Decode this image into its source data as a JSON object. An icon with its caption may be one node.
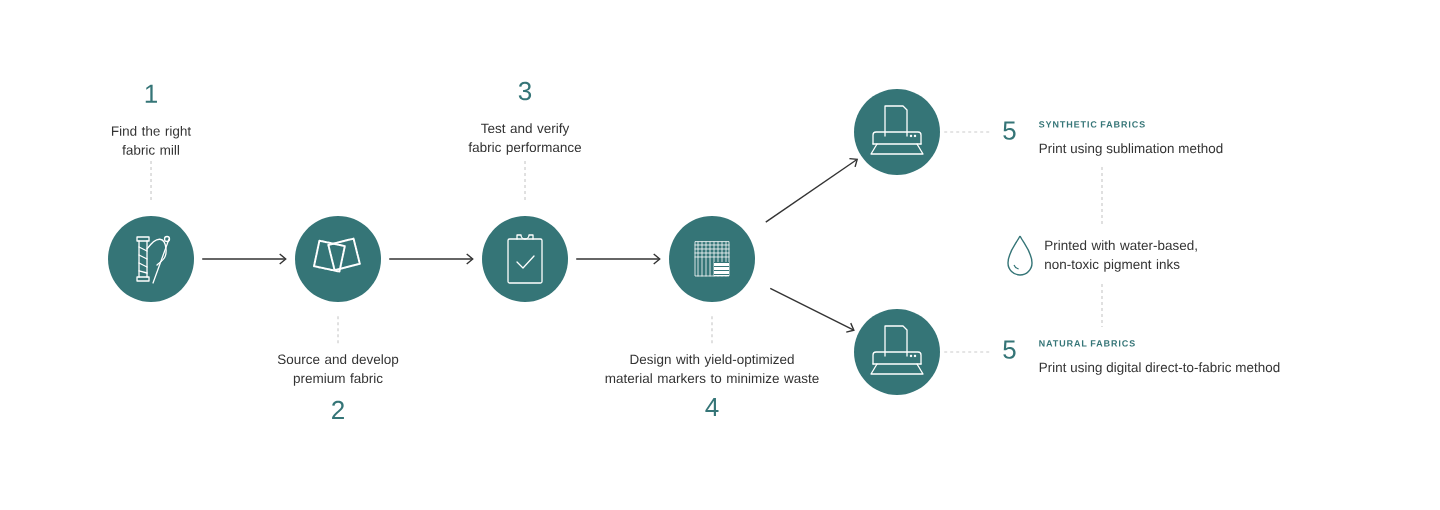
{
  "diagram": {
    "nodes": [
      {
        "text": [
          "1",
          "Find the right fabric mill"
        ]
      },
      {
        "text": [],
        "shape": "circle"
      },
      {
        "text": [],
        "shape": "circle"
      },
      {
        "text": [
          "Source and develop premium fabric",
          "2"
        ]
      },
      {
        "text": [
          "3",
          "Test and verify fabric performance"
        ]
      },
      {
        "text": [],
        "shape": "circle"
      },
      {
        "text": [],
        "shape": "circle"
      },
      {
        "text": [
          "Design with yield-optimized material markers to minimize waste",
          "4"
        ]
      },
      {
        "text": [],
        "shape": "circle"
      },
      {
        "text": [
          "5",
          "SYNTHETIC FABRICS",
          "Print using sublimation method"
        ]
      },
      {
        "text": [
          "Printed with water-based, non-toxic pigment inks"
        ]
      },
      {
        "text": [],
        "shape": "circle"
      },
      {
        "text": [
          "5",
          "NATURAL FABRICS",
          "Print using digital direct-to-fabric method"
        ]
      }
    ],
    "edges": [
      {
        "from": 0,
        "to": 1,
        "arrow": "none",
        "style": "dashed",
        "color": "#cccccc"
      },
      {
        "from": 1,
        "to": 2,
        "arrow": "to",
        "color": "#333333"
      },
      {
        "from": 2,
        "to": 3,
        "arrow": "none",
        "style": "dashed",
        "color": "#cccccc"
      },
      {
        "from": 4,
        "to": 5,
        "arrow": "none",
        "style": "dashed",
        "color": "#cccccc"
      },
      {
        "from": 2,
        "to": 5,
        "arrow": "to",
        "color": "#333333"
      },
      {
        "from": 5,
        "to": 6,
        "arrow": "to",
        "color": "#333333"
      },
      {
        "from": 6,
        "to": 7,
        "arrow": "none",
        "style": "dashed",
        "color": "#cccccc"
      },
      {
        "from": 6,
        "to": 8,
        "arrow": "to",
        "color": "#333333"
      },
      {
        "from": 6,
        "to": 11,
        "arrow": "to",
        "color": "#333333"
      },
      {
        "from": 8,
        "to": 9,
        "arrow": "none",
        "style": "dashed",
        "color": "#cccccc"
      },
      {
        "from": 9,
        "to": 10,
        "arrow": "none",
        "style": "dashed",
        "color": "#cccccc"
      },
      {
        "from": 10,
        "to": 12,
        "arrow": "none",
        "style": "dashed",
        "color": "#cccccc"
      },
      {
        "from": 11,
        "to": 12,
        "arrow": "none",
        "style": "dashed",
        "color": "#cccccc"
      }
    ]
  }
}
